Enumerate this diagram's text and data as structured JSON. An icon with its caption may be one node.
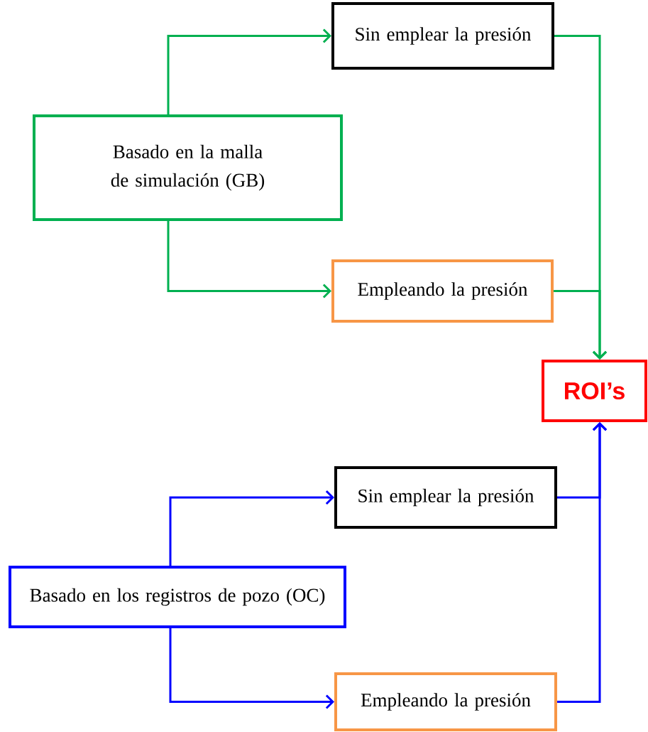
{
  "diagram": {
    "nodes": [
      {
        "text": [
          "Basado en la malla de simulación (GB)"
        ]
      },
      {
        "text": [
          "Sin emplear la presión"
        ]
      },
      {
        "text": [
          "Empleando la presión"
        ]
      },
      {
        "text": [
          "ROI’s"
        ]
      },
      {
        "text": [
          "Sin emplear la presión"
        ]
      },
      {
        "text": [
          "Basado en los registros de pozo (OC)"
        ]
      },
      {
        "text": [
          "Empleando la presión"
        ]
      }
    ],
    "edges": [
      {
        "from": 0,
        "to": 1,
        "arrow": "to",
        "color": "#00b050"
      },
      {
        "from": 0,
        "to": 2,
        "arrow": "to",
        "color": "#00b050"
      },
      {
        "from": 1,
        "to": 3,
        "arrow": "to",
        "color": "#00b050"
      },
      {
        "from": 2,
        "to": 3,
        "arrow": "to",
        "color": "#00b050"
      },
      {
        "from": 5,
        "to": 4,
        "arrow": "to",
        "color": "#0000ff"
      },
      {
        "from": 5,
        "to": 6,
        "arrow": "to",
        "color": "#0000ff"
      },
      {
        "from": 4,
        "to": 3,
        "arrow": "to",
        "color": "#0000ff"
      },
      {
        "from": 6,
        "to": 3,
        "arrow": "to",
        "color": "#0000ff"
      }
    ]
  }
}
